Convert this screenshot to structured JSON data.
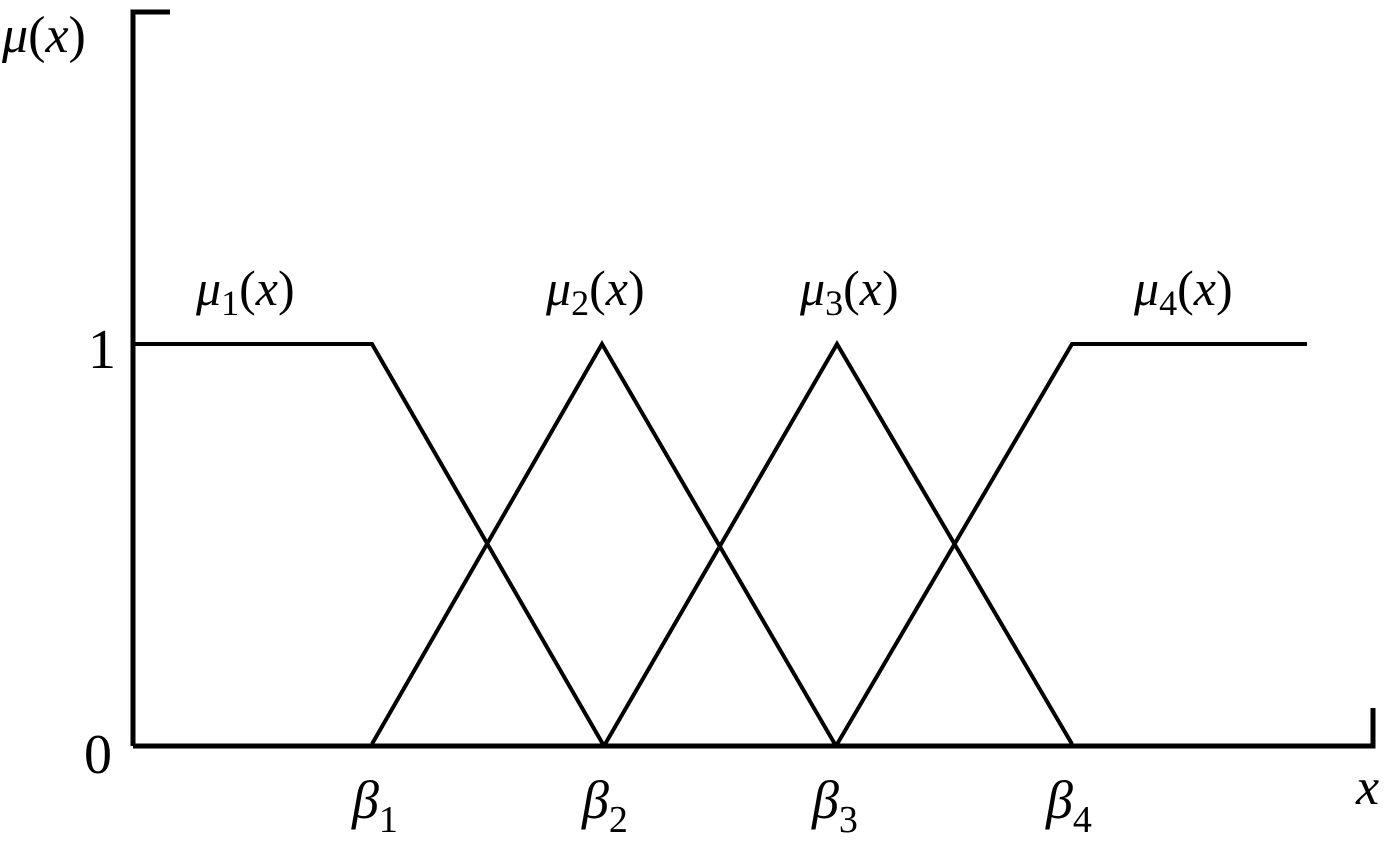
{
  "axes": {
    "y_label": {
      "sym": "μ",
      "open": "(",
      "var": "x",
      "close": ")"
    },
    "x_label": "x",
    "y_tick_one": "1",
    "y_tick_zero": "0"
  },
  "membership_functions": [
    {
      "sym": "μ",
      "sub": "1",
      "open": "(",
      "var": "x",
      "close": ")"
    },
    {
      "sym": "μ",
      "sub": "2",
      "open": "(",
      "var": "x",
      "close": ")"
    },
    {
      "sym": "μ",
      "sub": "3",
      "open": "(",
      "var": "x",
      "close": ")"
    },
    {
      "sym": "μ",
      "sub": "4",
      "open": "(",
      "var": "x",
      "close": ")"
    }
  ],
  "x_markers": [
    {
      "sym": "β",
      "sub": "1"
    },
    {
      "sym": "β",
      "sub": "2"
    },
    {
      "sym": "β",
      "sub": "3"
    },
    {
      "sym": "β",
      "sub": "4"
    }
  ],
  "colors": {
    "ink": "#000000",
    "background": "#ffffff"
  }
}
